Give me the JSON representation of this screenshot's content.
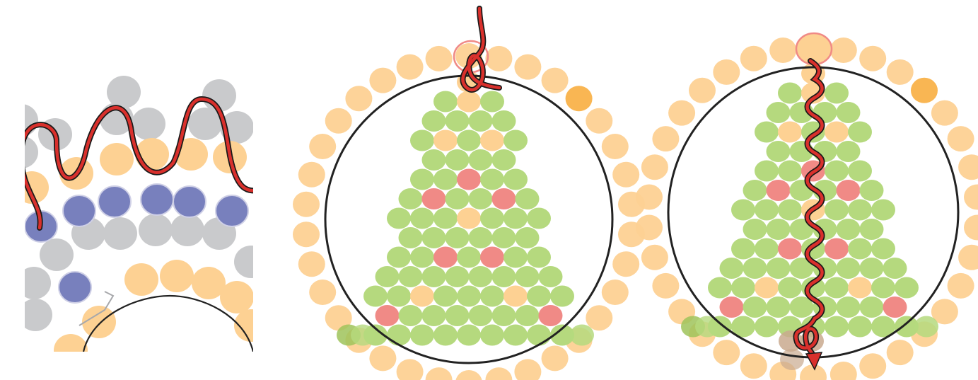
{
  "figure": {
    "panels": [
      {
        "id": "detail",
        "description_visible_text": ""
      },
      {
        "id": "ornament-step-1"
      },
      {
        "id": "ornament-step-2"
      }
    ]
  },
  "colors": {
    "bead_orange": "#fdd193",
    "bead_orange_dark": "#f9b24a",
    "bead_green": "#b5d97e",
    "bead_red": "#f08a86",
    "bead_gray": "#c9cacc",
    "bead_blue": "#7880bd",
    "bead_olive": "#9fc35a",
    "bead_brown": "#c9a98e",
    "ring": "#222222",
    "thread_fill": "#d9302c",
    "thread_outline": "#1a1a1a",
    "start_marker": "#f08a86"
  },
  "tree_rows": [
    {
      "count": 1,
      "red": [],
      "orange": [
        0
      ]
    },
    {
      "count": 3,
      "red": [],
      "orange": [
        1
      ]
    },
    {
      "count": 4,
      "red": [],
      "orange": []
    },
    {
      "count": 5,
      "red": [],
      "orange": [
        1,
        3
      ]
    },
    {
      "count": 4,
      "red": [],
      "orange": []
    },
    {
      "count": 5,
      "red": [
        2
      ],
      "orange": []
    },
    {
      "count": 6,
      "red": [
        1,
        4
      ],
      "orange": []
    },
    {
      "count": 7,
      "red": [],
      "orange": [
        3
      ]
    },
    {
      "count": 6,
      "red": [],
      "orange": []
    },
    {
      "count": 7,
      "red": [
        2,
        4
      ],
      "orange": []
    },
    {
      "count": 8,
      "red": [],
      "orange": []
    },
    {
      "count": 9,
      "red": [],
      "orange": [
        2,
        6
      ]
    },
    {
      "count": 8,
      "red": [
        0,
        7
      ],
      "orange": []
    },
    {
      "count": 9,
      "red": [],
      "orange": []
    }
  ]
}
